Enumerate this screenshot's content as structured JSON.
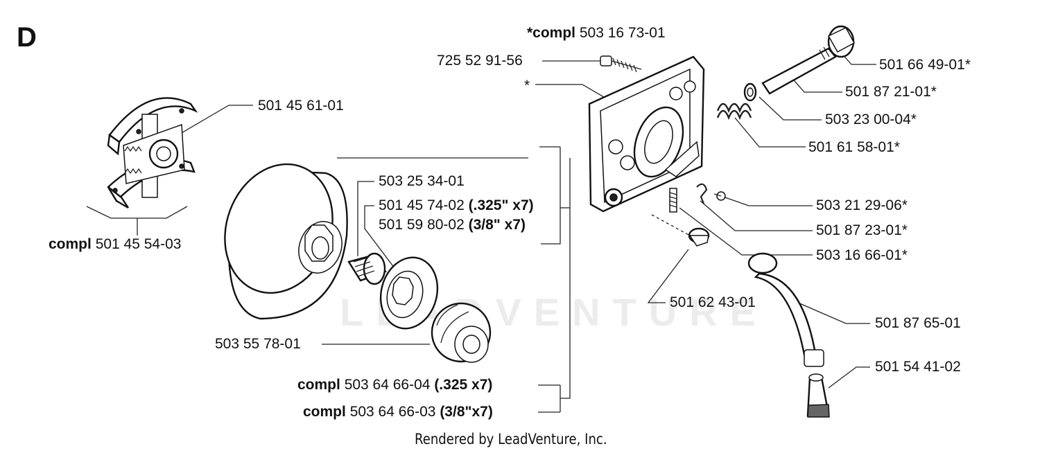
{
  "section": {
    "letter": "D"
  },
  "labels": {
    "compl_503_16_73_01": {
      "prefix": "*compl",
      "number": "503 16 73-01"
    },
    "p_725_52_91_56": "725 52 91-56",
    "asterisk": "*",
    "p_501_66_49_01": "501 66 49-01*",
    "p_501_87_21_01": "501 87 21-01*",
    "p_503_23_00_04": "503 23 00-04*",
    "p_501_61_58_01": "501 61 58-01*",
    "p_503_21_29_06": "503 21 29-06*",
    "p_501_87_23_01": "501 87 23-01*",
    "p_503_16_66_01": "503 16 66-01*",
    "p_501_62_43_01": "501 62 43-01",
    "p_501_87_65_01": "501 87 65-01",
    "p_501_54_41_02": "501 54 41-02",
    "p_501_45_61_01": "501 45 61-01",
    "compl_501_45_54_03": {
      "prefix": "compl",
      "number": "501 45 54-03"
    },
    "p_503_25_34_01": "503 25 34-01",
    "p_501_45_74_02": {
      "number": "501 45 74-02",
      "spec": "(.325\" x7)"
    },
    "p_501_59_80_02": {
      "number": "501 59 80-02",
      "spec": "(3/8\" x7)"
    },
    "p_503_55_78_01": "503 55 78-01",
    "compl_503_64_66_04": {
      "prefix": "compl",
      "number": "503 64 66-04",
      "spec": "(.325 x7)"
    },
    "compl_503_64_66_03": {
      "prefix": "compl",
      "number": "503 64 66-03",
      "spec": "(3/8\"x7)"
    }
  },
  "watermark": "LEADVENTURE",
  "footer": "Rendered by LeadVenture, Inc."
}
